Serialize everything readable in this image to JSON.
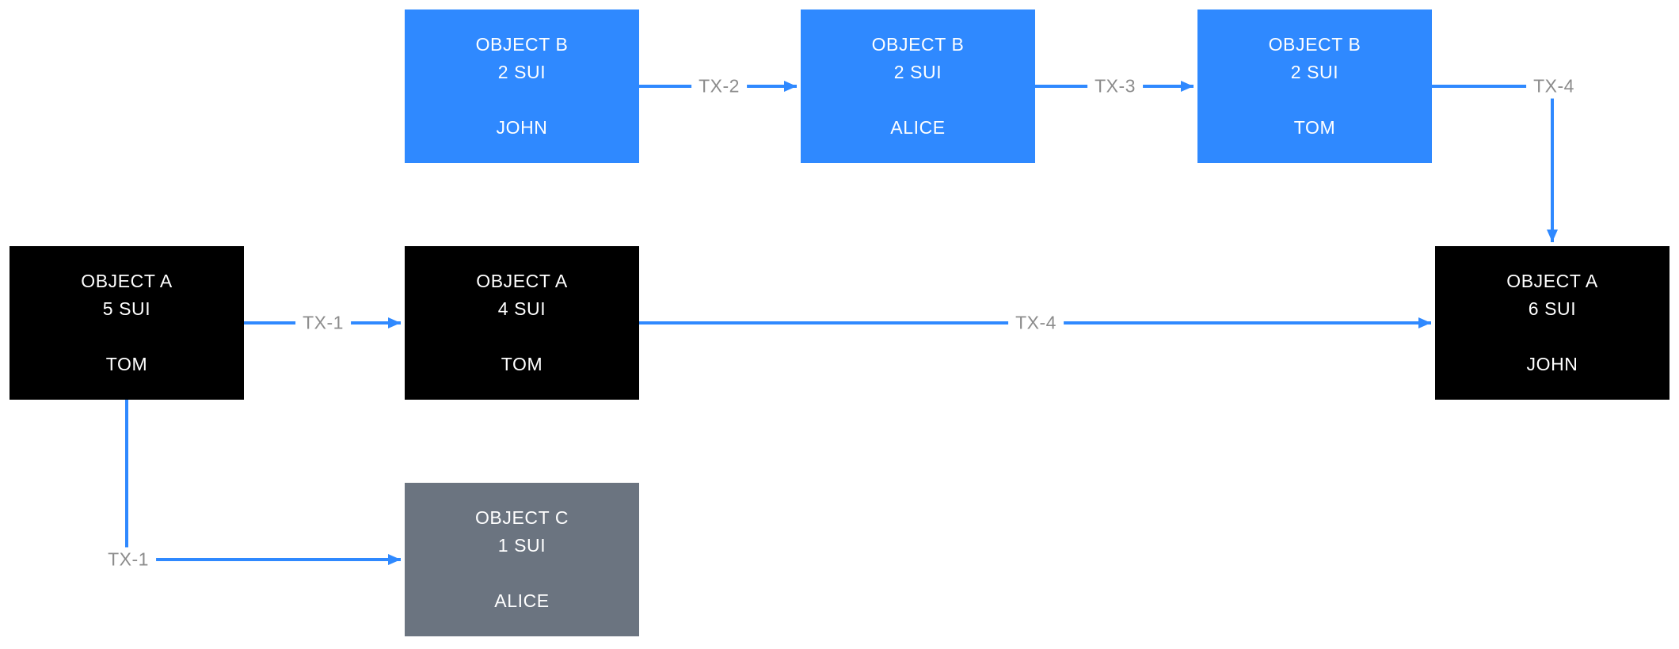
{
  "diagram": {
    "boxes": [
      {
        "id": "object-b-john",
        "title": "OBJECT B",
        "amount": "2 SUI",
        "owner": "JOHN"
      },
      {
        "id": "object-b-alice",
        "title": "OBJECT B",
        "amount": "2 SUI",
        "owner": "ALICE"
      },
      {
        "id": "object-b-tom",
        "title": "OBJECT B",
        "amount": "2 SUI",
        "owner": "TOM"
      },
      {
        "id": "object-a-5-tom",
        "title": "OBJECT A",
        "amount": "5 SUI",
        "owner": "TOM"
      },
      {
        "id": "object-a-4-tom",
        "title": "OBJECT A",
        "amount": "4 SUI",
        "owner": "TOM"
      },
      {
        "id": "object-a-6-john",
        "title": "OBJECT A",
        "amount": "6 SUI",
        "owner": "JOHN"
      },
      {
        "id": "object-c-alice",
        "title": "OBJECT C",
        "amount": "1 SUI",
        "owner": "ALICE"
      }
    ],
    "edges": [
      {
        "id": "tx-1-to-object-a-4",
        "label": "TX-1"
      },
      {
        "id": "tx-2-to-object-b-alice",
        "label": "TX-2"
      },
      {
        "id": "tx-3-to-object-b-tom",
        "label": "TX-3"
      },
      {
        "id": "tx-4-from-object-b-tom",
        "label": "TX-4"
      },
      {
        "id": "tx-4-from-object-a-4",
        "label": "TX-4"
      },
      {
        "id": "tx-1-to-object-c",
        "label": "TX-1"
      }
    ],
    "colors": {
      "object_b_fill": "#2F89FF",
      "object_a_fill": "#000000",
      "object_c_fill": "#6B7480",
      "box_text": "#FFFFFF",
      "arrow": "#2F89FF",
      "edge_label_text": "#8C8C8C",
      "background": "#FFFFFF"
    }
  }
}
